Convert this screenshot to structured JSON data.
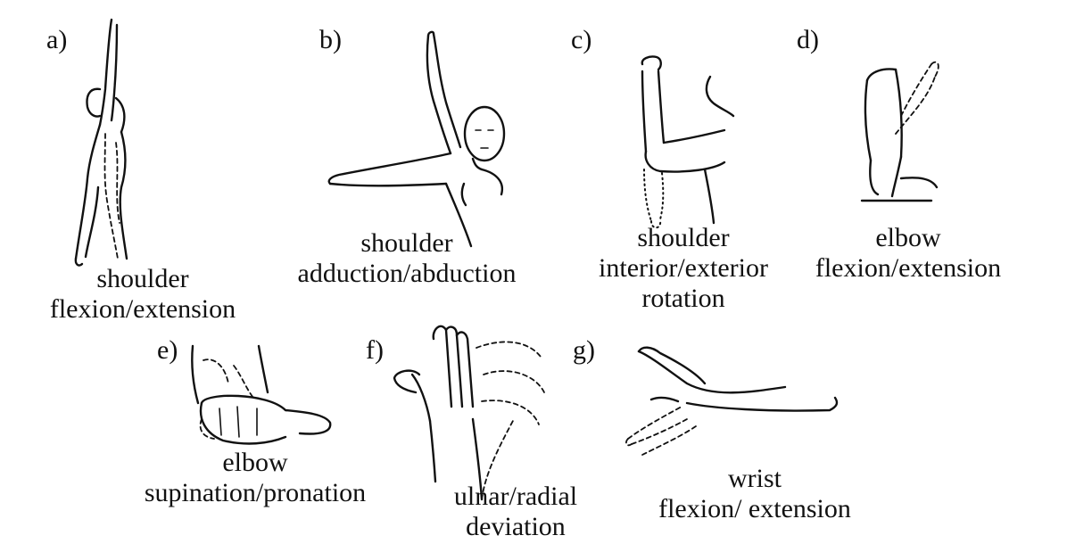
{
  "panels": [
    {
      "letter": "a)",
      "caption": [
        "shoulder",
        "flexion/extension"
      ]
    },
    {
      "letter": "b)",
      "caption": [
        "shoulder",
        "adduction/abduction"
      ]
    },
    {
      "letter": "c)",
      "caption": [
        "shoulder",
        "interior/exterior",
        "rotation"
      ]
    },
    {
      "letter": "d)",
      "caption": [
        "elbow",
        "flexion/extension"
      ]
    },
    {
      "letter": "e)",
      "caption": [
        "elbow",
        "supination/pronation"
      ]
    },
    {
      "letter": "f)",
      "caption": [
        "ulnar/radial",
        "deviation"
      ]
    },
    {
      "letter": "g)",
      "caption": [
        "wrist",
        "flexion/ extension"
      ]
    }
  ]
}
